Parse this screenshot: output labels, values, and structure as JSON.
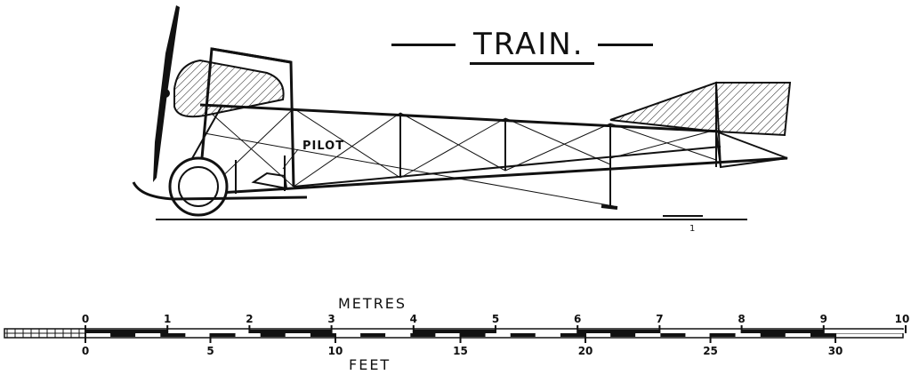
{
  "title": "TRAIN.",
  "annotations": {
    "pilot": "PILOT",
    "small_mark": "1"
  },
  "scale": {
    "metres_label": "METRES",
    "feet_label": "FEET",
    "metre_ticks": [
      "0",
      "1",
      "2",
      "3",
      "4",
      "5",
      "6",
      "7",
      "8",
      "9",
      "10"
    ],
    "feet_ticks": [
      "0",
      "5",
      "10",
      "15",
      "20",
      "25",
      "30"
    ]
  }
}
